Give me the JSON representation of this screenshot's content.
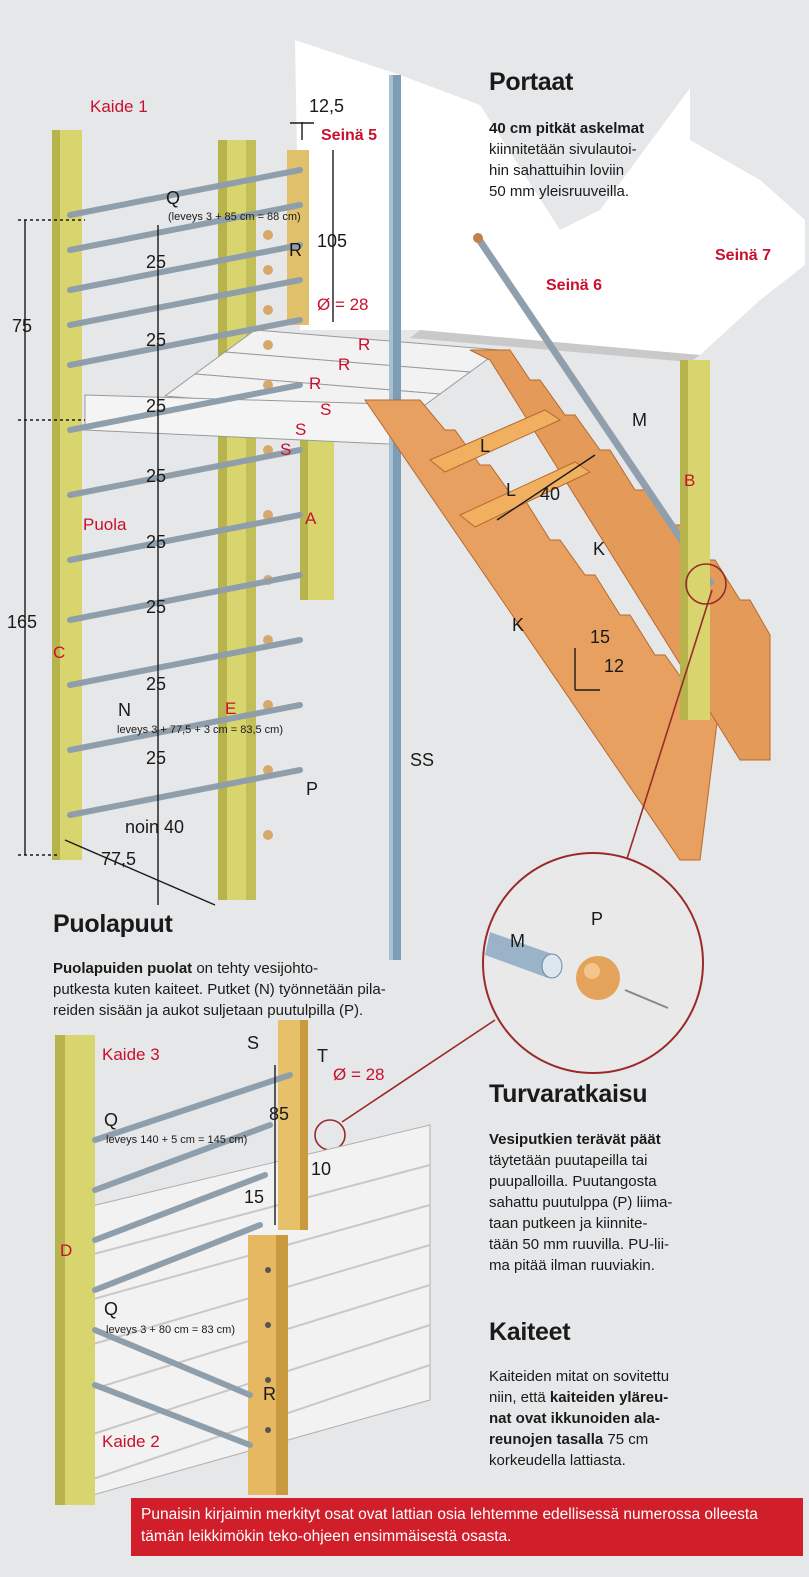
{
  "sections": {
    "portaat": {
      "title": "Portaat",
      "lead": "40 cm pitkät askelmat",
      "body": "kiinnitetään sivulautoi-hin sahattuihin loviin 50 mm yleisruuveilla.",
      "lines": [
        "kiinnitetään sivulautoi-",
        "hin sahattuihin loviin",
        "50 mm yleisruuveilla."
      ]
    },
    "puolapuut": {
      "title": "Puolapuut",
      "lead": "Puolapuiden puolat",
      "body": "on tehty vesijohto-putkesta kuten kaiteet. Putket (N) työnnetään pila-reiden sisään ja aukot suljetaan puutulpilla (P).",
      "lines": [
        " on tehty vesijohto-",
        "putkesta kuten kaiteet. Putket (N) työnnetään pila-",
        "reiden sisään ja aukot suljetaan puutulpilla (P)."
      ]
    },
    "turvaratkaisu": {
      "title": "Turvaratkaisu",
      "lead": "Vesiputkien terävät päät",
      "lines": [
        "täytetään puutapeilla tai",
        "puupalloilla. Puutangosta",
        "sahattu puutulppa (P) liima-",
        "taan putkeen ja kiinnite-",
        "tään 50 mm ruuvilla. PU-lii-",
        "ma pitää ilman ruuviakin."
      ]
    },
    "kaiteet": {
      "title": "Kaiteet",
      "line1": "Kaiteiden mitat on sovitettu",
      "line2_a": "niin, että ",
      "line2_b": "kaiteiden yläreu-",
      "line3": "nat ovat ikkunoiden ala-",
      "line4": "reunojen tasalla",
      "line4_b": " 75 cm",
      "line5": "korkeudella lattiasta."
    }
  },
  "footer": {
    "text": "Punaisin kirjaimin merkityt osat ovat lattian osia lehtemme edellisessä numerossa olleesta tämän leikkimökin teko-ohjeen ensimmäisestä osasta."
  },
  "labels": {
    "kaide1": "Kaide 1",
    "kaide2": "Kaide 2",
    "kaide3": "Kaide 3",
    "seina5": "Seinä 5",
    "seina6": "Seinä 6",
    "seina7": "Seinä 7",
    "puola": "Puola",
    "dim_12_5": "12,5",
    "dim_105": "105",
    "dim_phi28_top": "Ø = 28",
    "dim_phi28_bottom": "Ø = 28",
    "dim_75": "75",
    "dim_165": "165",
    "dim_25": "25",
    "dim_noin40": "noin 40",
    "dim_77_5": "77,5",
    "dim_40": "40",
    "dim_15_stair": "15",
    "dim_12_stair": "12",
    "dim_85": "85",
    "dim_10": "10",
    "dim_15_rail": "15",
    "q_top_note": "(leveys 3 + 85 cm = 88 cm)",
    "n_note": "leveys 3 + 77,5 + 3 cm = 83,5 cm)",
    "q_mid_note": "leveys 140 + 5 cm = 145 cm)",
    "q_low_note": "leveys 3 + 80 cm = 83 cm)",
    "letters": {
      "Q": "Q",
      "R": "R",
      "S": "S",
      "T": "T",
      "N": "N",
      "P": "P",
      "M": "M",
      "L": "L",
      "K": "K",
      "A": "A",
      "B": "B",
      "C": "C",
      "D": "D",
      "E": "E",
      "SS": "SS"
    }
  },
  "colors": {
    "wood_post": "#d9d56e",
    "wood_post_dark": "#a9a53c",
    "stair_wood": "#e8a060",
    "stair_dark": "#b86a2e",
    "pipe": "#9aa7b3",
    "pole": "#7d9cb5",
    "red_label": "#c8102e",
    "footer_bg": "#d01f2a"
  }
}
